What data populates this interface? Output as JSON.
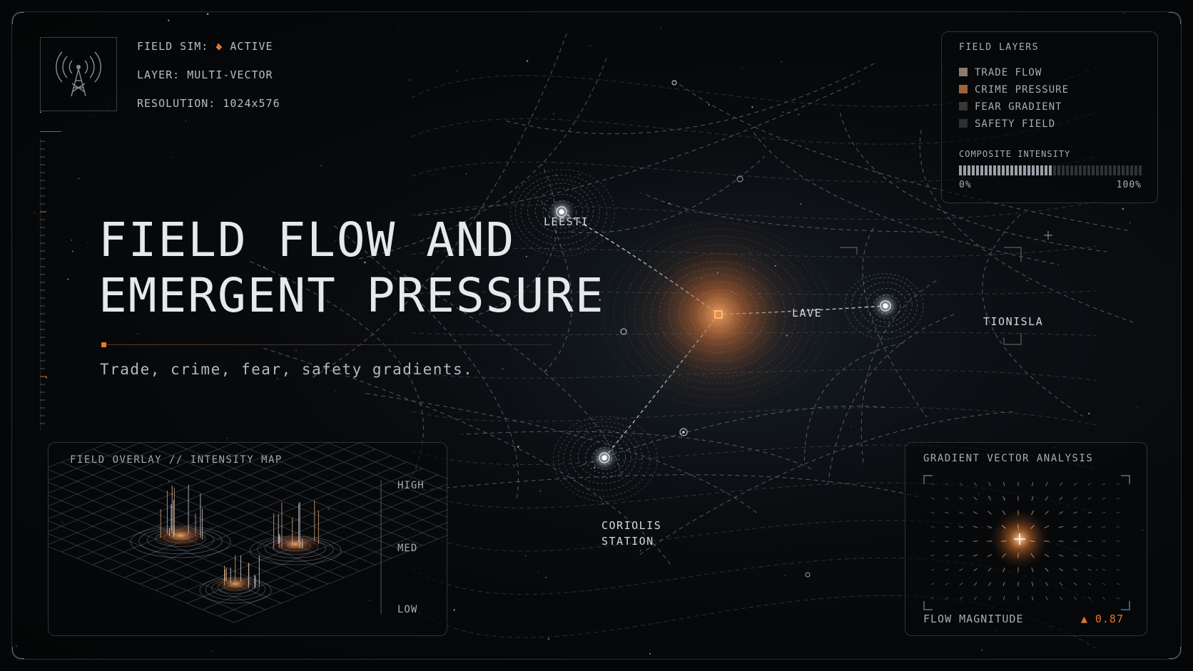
{
  "status": {
    "field_sim_label": "FIELD SIM:",
    "field_sim_value": "ACTIVE",
    "layer": "LAYER: MULTI-VECTOR",
    "resolution": "RESOLUTION: 1024x576",
    "icon": "radio-tower-icon"
  },
  "hero": {
    "title_line1": "FIELD FLOW AND",
    "title_line2": "EMERGENT PRESSURE",
    "subtitle": "Trade, crime, fear, safety gradients."
  },
  "layers_panel": {
    "title": "FIELD LAYERS",
    "items": [
      {
        "label": "TRADE FLOW",
        "color": "#8a7a70"
      },
      {
        "label": "CRIME PRESSURE",
        "color": "#a0623a"
      },
      {
        "label": "FEAR GRADIENT",
        "color": "#3a3634"
      },
      {
        "label": "SAFETY FIELD",
        "color": "#2c3034"
      }
    ],
    "intensity_label": "COMPOSITE INTENSITY",
    "intensity_min": "0%",
    "intensity_max": "100%",
    "intensity_value": 0.5
  },
  "map": {
    "nodes": [
      {
        "label": "LEESTI"
      },
      {
        "label": "LAVE"
      },
      {
        "label": "TIONISLA"
      },
      {
        "label": "CORIOLIS",
        "label2": "STATION"
      }
    ]
  },
  "overlay_panel": {
    "title": "FIELD OVERLAY // INTENSITY MAP",
    "high": "HIGH",
    "med": "MED",
    "low": "LOW"
  },
  "gradient_panel": {
    "title": "GRADIENT VECTOR ANALYSIS",
    "flow_label": "FLOW MAGNITUDE",
    "flow_value": "0.87",
    "accent": "#e8752a"
  }
}
